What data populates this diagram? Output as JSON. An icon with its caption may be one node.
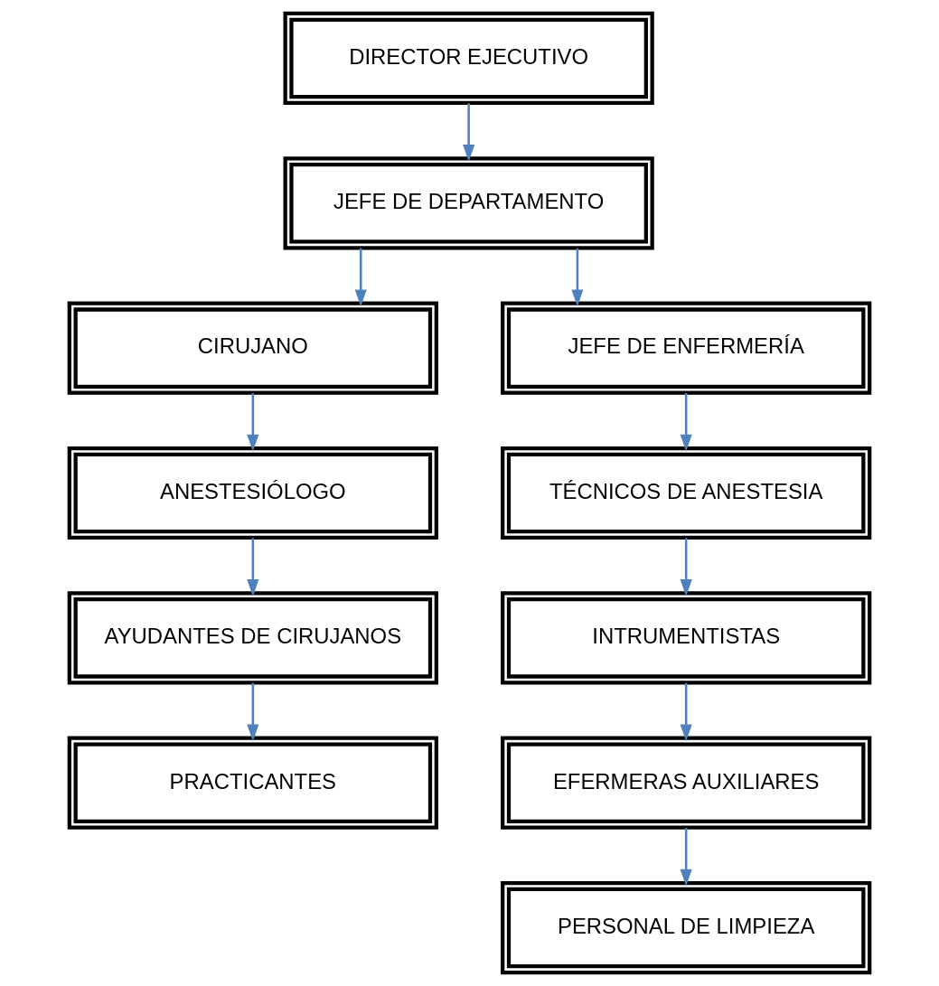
{
  "diagram": {
    "nodes": [
      {
        "text": [
          "DIRECTOR EJECUTIVO"
        ]
      },
      {
        "text": [
          "JEFE DE DEPARTAMENTO"
        ]
      },
      {
        "text": [
          "CIRUJANO"
        ]
      },
      {
        "text": [
          "JEFE DE ENFERMERÍA"
        ]
      },
      {
        "text": [
          "ANESTESIÓLOGO"
        ]
      },
      {
        "text": [
          "TÉCNICOS DE ANESTESIA"
        ]
      },
      {
        "text": [
          "AYUDANTES DE CIRUJANOS"
        ]
      },
      {
        "text": [
          "INTRUMENTISTAS"
        ]
      },
      {
        "text": [
          "PRACTICANTES"
        ]
      },
      {
        "text": [
          "EFERMERAS AUXILIARES"
        ]
      },
      {
        "text": [
          "PERSONAL DE LIMPIEZA"
        ]
      }
    ],
    "edges": [
      {
        "from": 0,
        "to": 1,
        "arrow": "to"
      },
      {
        "from": 1,
        "to": 2,
        "arrow": "to"
      },
      {
        "from": 1,
        "to": 3,
        "arrow": "to"
      },
      {
        "from": 2,
        "to": 4,
        "arrow": "to"
      },
      {
        "from": 4,
        "to": 6,
        "arrow": "to"
      },
      {
        "from": 6,
        "to": 8,
        "arrow": "to"
      },
      {
        "from": 3,
        "to": 5,
        "arrow": "to"
      },
      {
        "from": 5,
        "to": 7,
        "arrow": "to"
      },
      {
        "from": 7,
        "to": 9,
        "arrow": "to"
      },
      {
        "from": 9,
        "to": 10,
        "arrow": "to"
      }
    ]
  }
}
